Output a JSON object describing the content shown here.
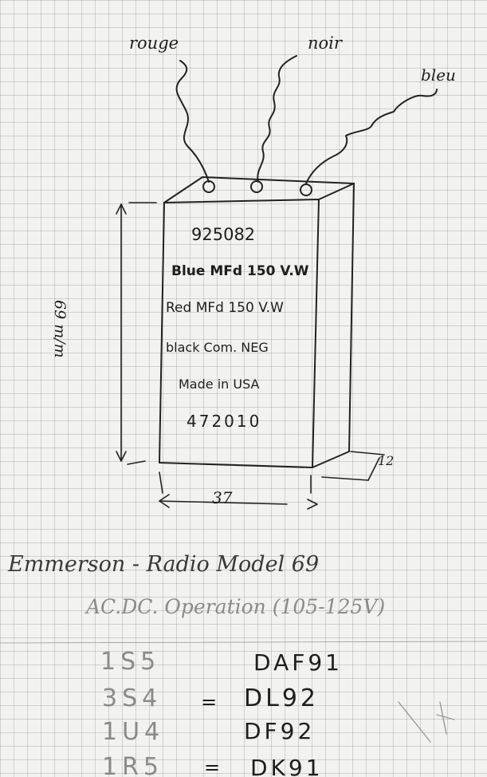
{
  "wires": {
    "left": "rouge",
    "middle": "noir",
    "right": "bleu"
  },
  "capacitor_label": [
    "925082",
    "Blue MFd 150 V.W",
    "Red MFd 150 V.W",
    "black Com. NEG",
    "Made in USA",
    "472010"
  ],
  "dimensions": {
    "height": "69 m/m",
    "width": "37",
    "depth": "12"
  },
  "radio": {
    "model": "Emmerson - Radio Model 69",
    "operation": "AC.DC. Operation (105-125V)"
  },
  "tubes": [
    {
      "us": "1S5",
      "sep": "",
      "eu": "DAF91"
    },
    {
      "us": "3S4",
      "sep": "=",
      "eu": "DL92"
    },
    {
      "us": "1U4",
      "sep": "",
      "eu": "DF92"
    },
    {
      "us": "1R5",
      "sep": "=",
      "eu": "DK91"
    }
  ],
  "colors": {
    "ink": "#1e1e1e",
    "pencil": "#8a8a8a",
    "paper": "#f2f2f0",
    "grid": "#b4b4bc"
  }
}
